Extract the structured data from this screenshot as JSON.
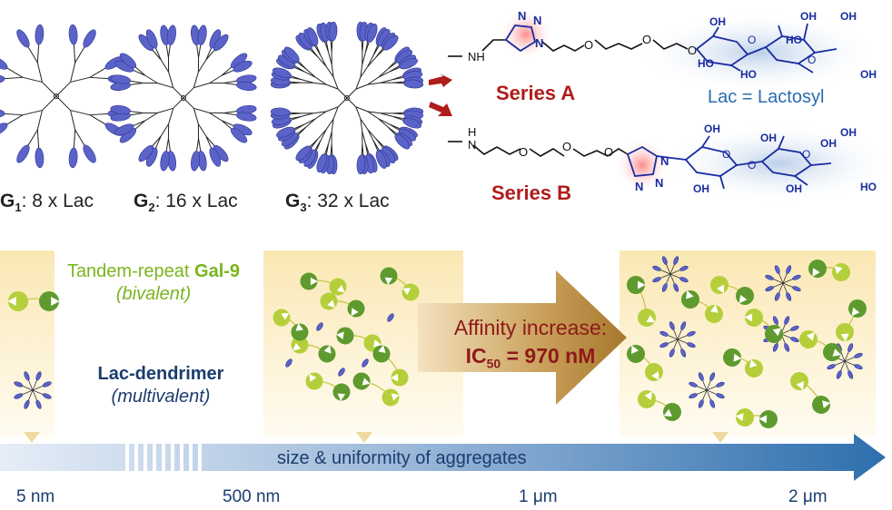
{
  "dendrimers": [
    {
      "gen": "G",
      "sub": "1",
      "text": ": 8 x Lac"
    },
    {
      "gen": "G",
      "sub": "2",
      "text": ": 16 x Lac"
    },
    {
      "gen": "G",
      "sub": "3",
      "text": ": 32 x  Lac"
    }
  ],
  "series_a": {
    "label": "Series A",
    "atoms": {
      "nh": "NH",
      "n1": "N",
      "n2": "N",
      "n3": "N",
      "o1": "O",
      "o2": "O",
      "o3": "O",
      "ho1": "HO",
      "oh1": "OH",
      "o_ring1": "O",
      "ho2": "HO",
      "o_ring2": "O",
      "ho3": "HO",
      "oh2": "OH",
      "oh3": "OH",
      "oh4": "OH"
    }
  },
  "series_b": {
    "label": "Series B",
    "atoms": {
      "h": "H",
      "n": "N",
      "o1": "O",
      "o2": "O",
      "o3": "O",
      "n1": "N",
      "n2": "N",
      "n3": "N",
      "oh1": "OH",
      "oh2": "OH",
      "oh3": "OH",
      "oh4": "OH",
      "ho1": "HO",
      "o_ring1": "O",
      "o_link": "O",
      "o_ring2": "O",
      "oh5": "OH",
      "oh6": "OH"
    }
  },
  "lac_definition": "Lac = Lactosyl",
  "legend": {
    "gal9_prefix": "Tandem-repeat ",
    "gal9_name": "Gal-9",
    "gal9_valency": "(bivalent)",
    "dendrimer_name": "Lac-dendrimer",
    "dendrimer_valency": "(multivalent)"
  },
  "affinity": {
    "line1": "Affinity increase:",
    "ic_label": "IC",
    "ic_sub": "50",
    "ic_value": " = 970 nM"
  },
  "scale_bar": {
    "caption": "size & uniformity of aggregates",
    "ticks": [
      "5 nm",
      "500 nm",
      "1 μm",
      "2 μm"
    ]
  },
  "colors": {
    "red": "#b01c1c",
    "blue": "#2c6bb0",
    "green": "#7ab51d",
    "navy": "#1b3d6e",
    "lac_blob": "#5b63c9",
    "arrow_gold": "#b88a35"
  }
}
